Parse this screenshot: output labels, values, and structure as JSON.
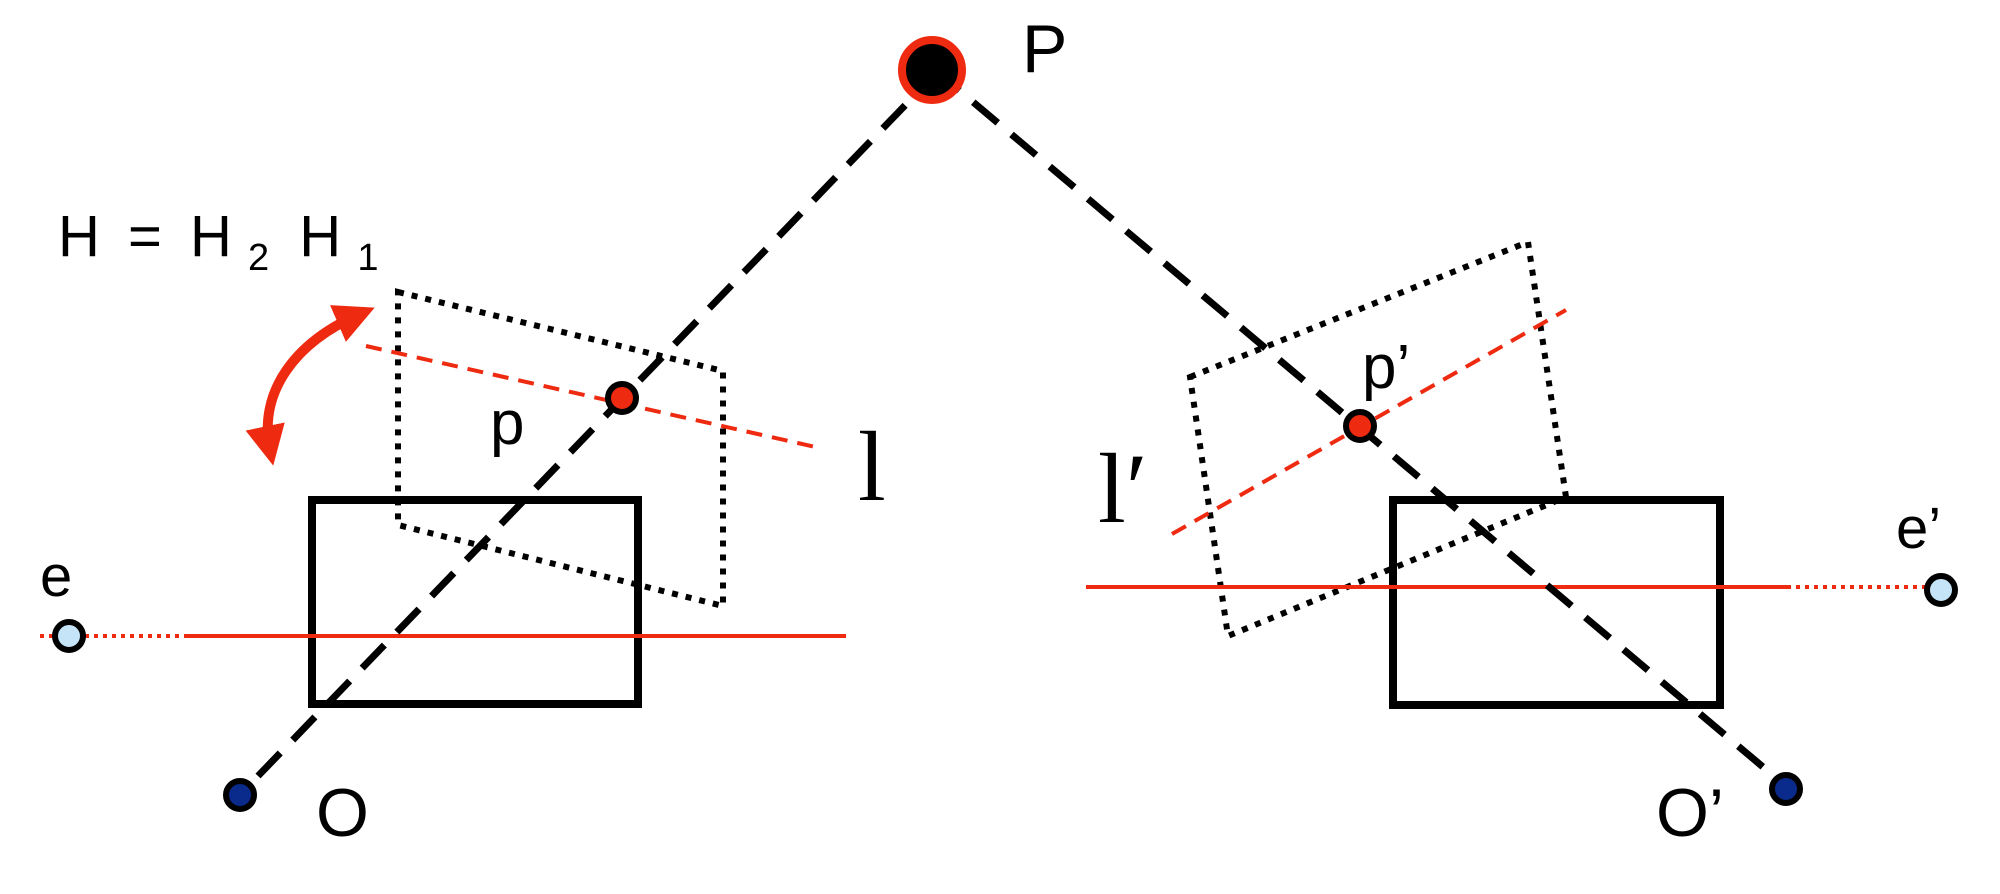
{
  "diagram": {
    "formula": {
      "h": "H",
      "equals": "=",
      "h2": "H",
      "h2_sub": "2",
      "h1": "H",
      "h1_sub": "1"
    },
    "labels": {
      "point_P": "P",
      "point_p": "p",
      "point_p_prime": "p’",
      "line_l": "l",
      "line_l_prime": "l′",
      "epipole_e": "e",
      "epipole_e_prime": "e’",
      "center_O": "O",
      "center_O_prime": "O’"
    },
    "colors": {
      "red": "#ee2a10",
      "black": "#000000",
      "light_blue": "#c6e4f7",
      "dark_blue": "#0a2a8c",
      "background": "#ffffff"
    }
  }
}
